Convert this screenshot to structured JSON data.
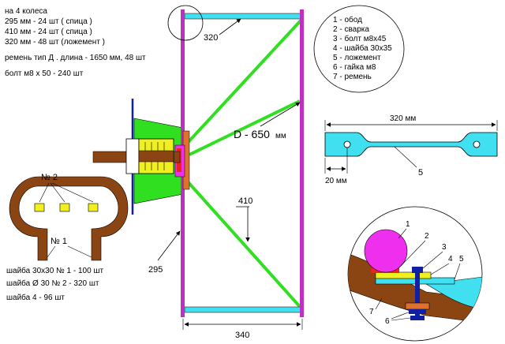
{
  "notes": {
    "line1": "на 4 колеса",
    "line2": "295 мм - 24 шт  ( спица )",
    "line3": "410 мм - 24 шт  ( спица )",
    "line4": "320 мм - 48 шт (ложемент )",
    "line5": "ремень тип Д . длина - 1650 мм, 48 шт",
    "line6": "болт м8 х 50 - 240 шт"
  },
  "legend": {
    "items": [
      "1 - обод",
      "2 - сварка",
      "3 - болт м8х45",
      "4 - шайба 30х35",
      "5 - ложемент",
      "6 - гайка м8",
      "7 - ремень"
    ]
  },
  "washers": {
    "line1": "шайба 30х30 № 1 - 100 шт",
    "line2": "шайба Ø 30   № 2 - 320 шт",
    "line3": "шайба 4  - 96 шт"
  },
  "labels": {
    "num2": "№ 2",
    "num1": "№ 1",
    "d320_top": "320",
    "diameter_main": "D - 650",
    "diameter_unit": "мм",
    "d410": "410",
    "d295": "295",
    "d340": "340",
    "ploshka_320": "320 мм",
    "ploshka_20": "20 мм",
    "ploshka_5": "5",
    "det_1": "1",
    "det_2": "2",
    "det_3": "3",
    "det_4": "4",
    "det_5": "5",
    "det_6": "6",
    "det_7": "7"
  },
  "colors": {
    "magenta": "#c030c0",
    "cyan": "#40e0f0",
    "green": "#30e020",
    "brown": "#8b4513",
    "yellow": "#f0f020",
    "pink": "#ee30ee",
    "blue": "#1020a0",
    "orange": "#e07030",
    "red": "#ee2020"
  }
}
